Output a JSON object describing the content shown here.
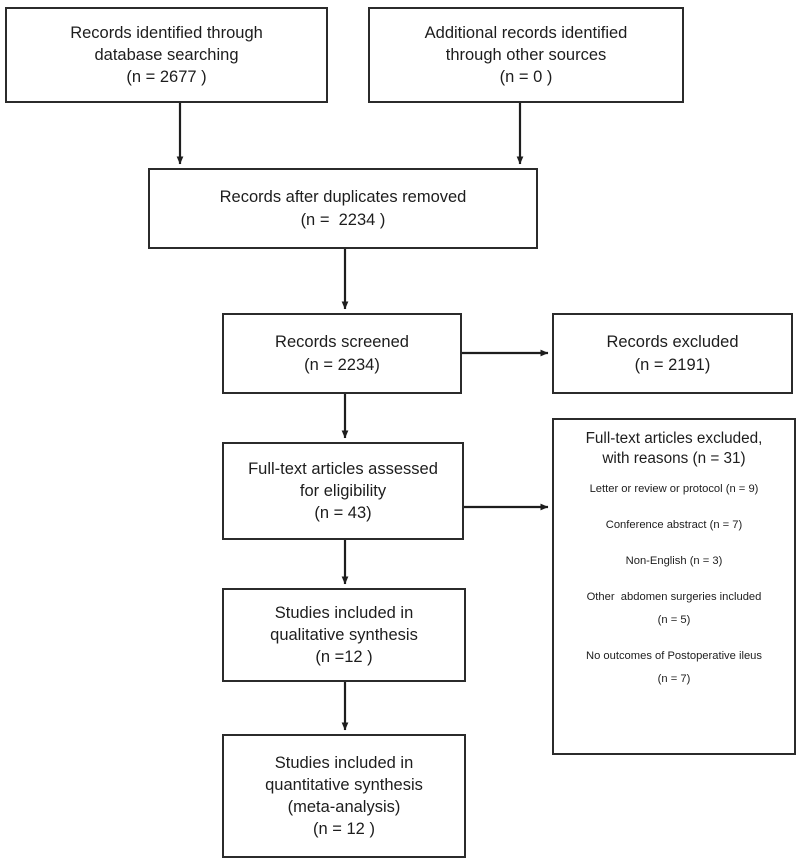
{
  "diagram": {
    "title": "PRISMA study selection flow diagram",
    "line_color": "#2b2b2b",
    "text_color": "#1d1d1d",
    "background": "#ffffff"
  },
  "boxes": {
    "identified_db": {
      "line1": "Records identified through",
      "line2": "database searching",
      "line3": "(n = 2677 )"
    },
    "identified_other": {
      "line1": "Additional records identified",
      "line2": "through other sources",
      "line3": "(n = 0 )"
    },
    "duplicates_removed": {
      "line1": "Records after duplicates removed",
      "line2": "(n =  2234 )"
    },
    "screened": {
      "line1": "Records screened",
      "line2": "(n = 2234)"
    },
    "records_excluded": {
      "line1": "Records excluded",
      "line2": "(n = 2191)"
    },
    "fulltext_assessed": {
      "line1": "Full-text articles assessed",
      "line2": "for eligibility",
      "line3": "(n = 43)"
    },
    "qualitative": {
      "line1": "Studies included in",
      "line2": "qualitative synthesis",
      "line3": "(n =12 )"
    },
    "quantitative": {
      "line1": "Studies included in",
      "line2": "quantitative synthesis",
      "line3": "(meta-analysis)",
      "line4": "(n = 12 )"
    },
    "fulltext_excluded": {
      "heading": "Full-text articles excluded,\nwith reasons (n = 31)",
      "reasons": [
        "Letter or review or protocol (n = 9)",
        "Conference abstract (n = 7)",
        "Non-English (n = 3)",
        "Other  abdomen surgeries included",
        "(n = 5)",
        "No outcomes of Postoperative ileus",
        "(n = 7)"
      ]
    }
  },
  "chart_data": {
    "type": "diagram",
    "title": "PRISMA flow of study selection",
    "nodes": [
      {
        "id": "identified_db",
        "label": "Records identified through database searching",
        "n": 2677
      },
      {
        "id": "identified_other",
        "label": "Additional records identified through other sources",
        "n": 0
      },
      {
        "id": "duplicates_removed",
        "label": "Records after duplicates removed",
        "n": 2234
      },
      {
        "id": "screened",
        "label": "Records screened",
        "n": 2234
      },
      {
        "id": "records_excluded",
        "label": "Records excluded",
        "n": 2191
      },
      {
        "id": "fulltext_assessed",
        "label": "Full-text articles assessed for eligibility",
        "n": 43
      },
      {
        "id": "fulltext_excluded",
        "label": "Full-text articles excluded, with reasons",
        "n": 31
      },
      {
        "id": "qualitative",
        "label": "Studies included in qualitative synthesis",
        "n": 12
      },
      {
        "id": "quantitative",
        "label": "Studies included in quantitative synthesis (meta-analysis)",
        "n": 12
      }
    ],
    "exclusion_reasons": [
      {
        "reason": "Letter or review or protocol",
        "n": 9
      },
      {
        "reason": "Conference abstract",
        "n": 7
      },
      {
        "reason": "Non-English",
        "n": 3
      },
      {
        "reason": "Other abdomen surgeries included",
        "n": 5
      },
      {
        "reason": "No outcomes of Postoperative ileus",
        "n": 7
      }
    ],
    "edges": [
      {
        "from": "identified_db",
        "to": "duplicates_removed"
      },
      {
        "from": "identified_other",
        "to": "duplicates_removed"
      },
      {
        "from": "duplicates_removed",
        "to": "screened"
      },
      {
        "from": "screened",
        "to": "records_excluded"
      },
      {
        "from": "screened",
        "to": "fulltext_assessed"
      },
      {
        "from": "fulltext_assessed",
        "to": "fulltext_excluded"
      },
      {
        "from": "fulltext_assessed",
        "to": "qualitative"
      },
      {
        "from": "qualitative",
        "to": "quantitative"
      }
    ]
  }
}
